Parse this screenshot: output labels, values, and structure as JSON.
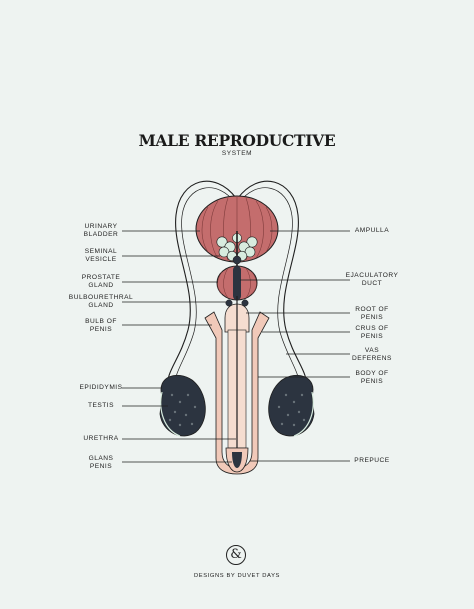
{
  "title": "MALE REPRODUCTIVE",
  "subtitle": "SYSTEM",
  "labels_left": {
    "urinary_bladder": "URINARY\nBLADDER",
    "seminal_vesicle": "SEMINAL\nVESICLE",
    "prostate_gland": "PROSTATE\nGLAND",
    "bulbourethral_gland": "BULBOURETHRAL\nGLAND",
    "bulb_of_penis": "BULB OF\nPENIS",
    "epididymis": "EPIDIDYMIS",
    "testis": "TESTIS",
    "urethra": "URETHRA",
    "glans_penis": "GLANS\nPENIS"
  },
  "labels_right": {
    "ampulla": "AMPULLA",
    "ejaculatory_duct": "EJACULATORY\nDUCT",
    "root_of_penis": "ROOT OF\nPENIS",
    "crus_of_penis": "CRUS OF\nPENIS",
    "vas_deferens": "VAS\nDEFERENS",
    "body_of_penis": "BODY OF\nPENIS",
    "prepuce": "PREPUCE"
  },
  "logo_symbol": "&",
  "credit": "DESIGNS BY DUVET DAYS",
  "colors": {
    "background": "#eef3f1",
    "bladder": "#c46d6d",
    "bladder_light": "#e2a6a0",
    "vesicle": "#d8ecdf",
    "penis": "#f1c9b9",
    "penis_inner": "#f5ddd0",
    "testis": "#2c3440",
    "line": "#1f1f1f"
  }
}
